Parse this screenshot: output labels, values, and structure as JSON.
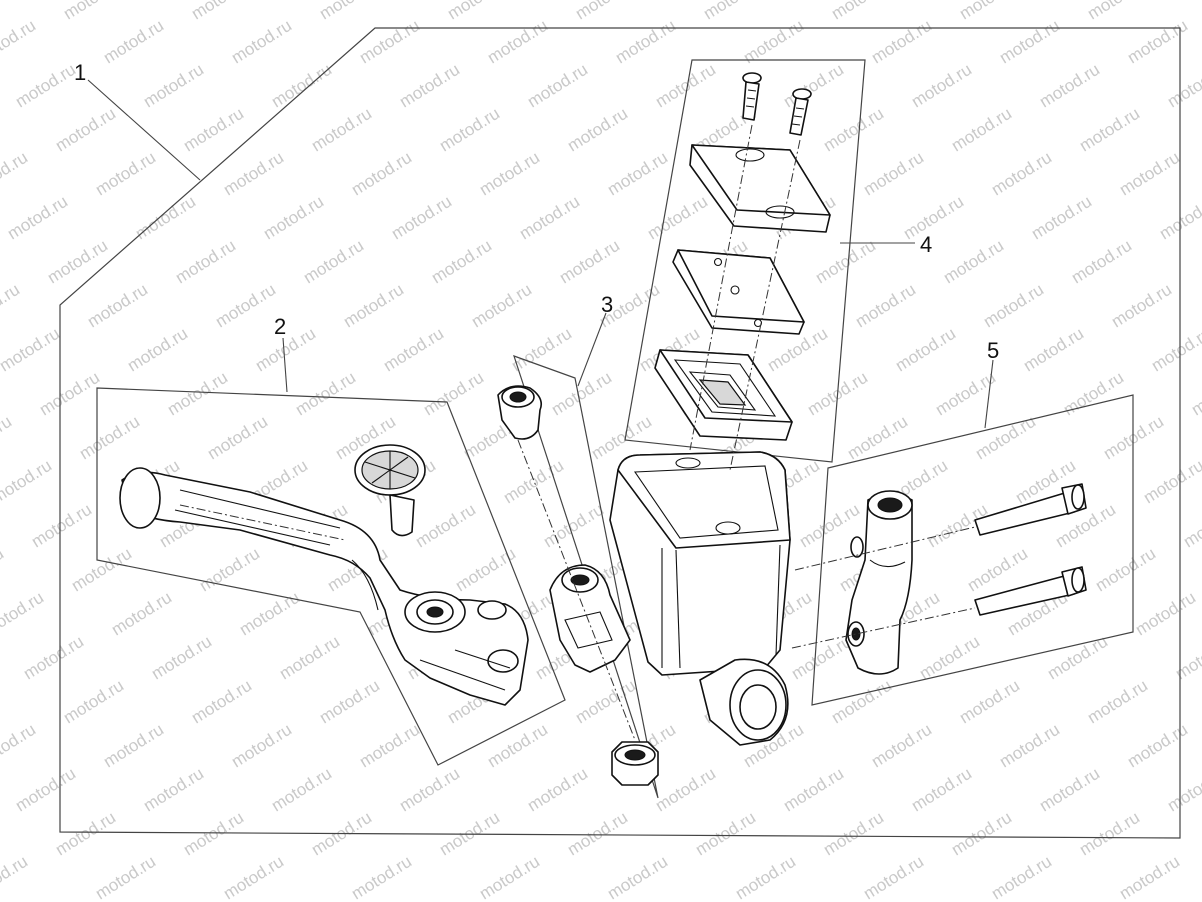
{
  "watermark": {
    "text": "motod.ru"
  },
  "callouts": [
    {
      "id": "1",
      "label": "1"
    },
    {
      "id": "2",
      "label": "2"
    },
    {
      "id": "3",
      "label": "3"
    },
    {
      "id": "4",
      "label": "4"
    },
    {
      "id": "5",
      "label": "5"
    }
  ],
  "colors": {
    "line": "#111111",
    "watermark": "#c9c9c9",
    "background": "#ffffff"
  }
}
